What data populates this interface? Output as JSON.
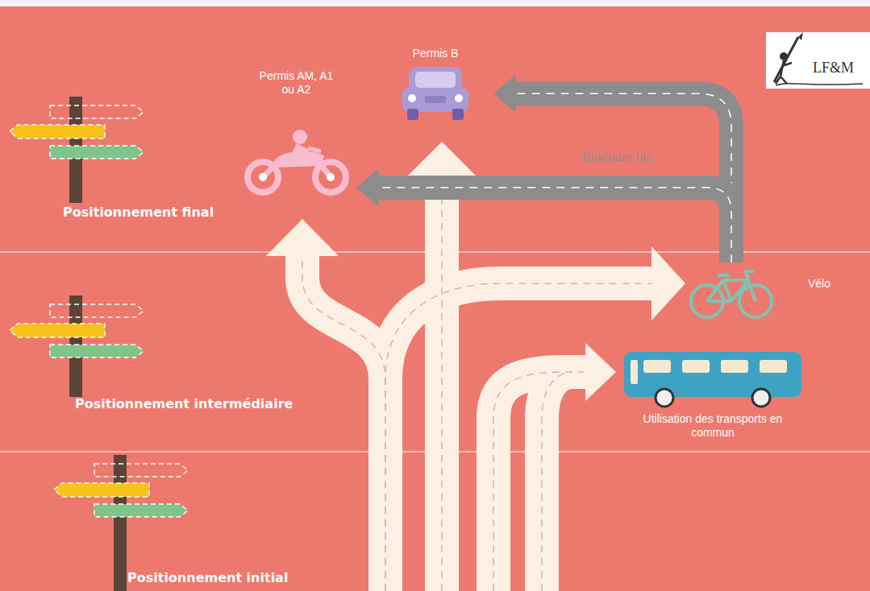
{
  "diagram": {
    "nodes": [
      {
        "text": [
          "Permis B"
        ]
      },
      {
        "text": [
          "Permis AM, A1 ou A2"
        ]
      },
      {
        "text": [
          "Vélo"
        ]
      },
      {
        "text": [
          "Utilisation des transports en commun"
        ]
      }
    ],
    "edges": [
      {
        "from": 2,
        "to": 0,
        "arrow": "to"
      },
      {
        "from": 2,
        "to": 1,
        "arrow": "to",
        "label": "Itinéraire bis"
      }
    ],
    "labels": [
      "Positionnement final",
      "Positionnement intermédiaire",
      "Positionnement initial",
      "LF&M"
    ]
  }
}
